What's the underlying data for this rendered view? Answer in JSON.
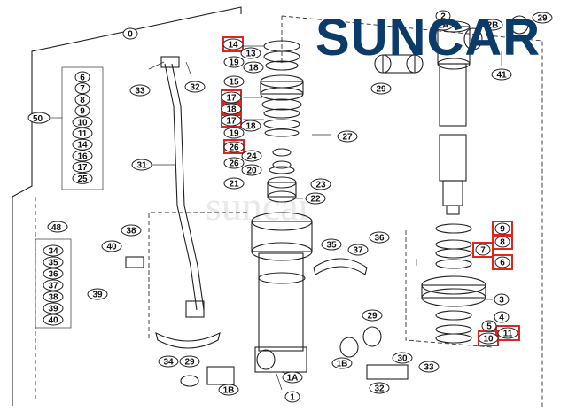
{
  "brand": {
    "logo_text": "SUNCAR",
    "watermark": "suncar"
  },
  "colors": {
    "highlight": "#e1251b",
    "logo": "#0a3b69",
    "line": "#222222"
  },
  "callouts": {
    "c0": "0",
    "c1": "1",
    "c1a": "1A",
    "c1b_left": "1B",
    "c1b_right": "1B",
    "c2": "2",
    "c2a": "2A",
    "c2b": "2B",
    "c3": "3",
    "c4": "4",
    "c5": "5",
    "c6": "6",
    "c7": "7",
    "c8": "8",
    "c9": "9",
    "c10": "10",
    "c11": "11",
    "c13": "13",
    "c14": "14",
    "c15": "15",
    "c17a": "17",
    "c17b": "17",
    "c18a": "18",
    "c18b": "18",
    "c18c": "18",
    "c19a": "19",
    "c19b": "19",
    "c20": "20",
    "c21": "21",
    "c22": "22",
    "c23": "23",
    "c24": "24",
    "c25": "25",
    "c26a": "26",
    "c26b": "26",
    "c27": "27",
    "c29_top": "29",
    "c29a": "29",
    "c29b": "29",
    "c29c": "29",
    "c30": "30",
    "c31": "31",
    "c32a": "32",
    "c32b": "32",
    "c33a": "33",
    "c33b": "33",
    "c34": "34",
    "c35": "35",
    "c36": "36",
    "c37": "37",
    "c38": "38",
    "c39": "39",
    "c40": "40",
    "c41": "41",
    "c48": "48",
    "c50": "50"
  },
  "kit50": [
    "6",
    "7",
    "8",
    "9",
    "10",
    "11",
    "14",
    "16",
    "17",
    "25"
  ],
  "kit48": [
    "34",
    "35",
    "36",
    "37",
    "38",
    "39",
    "40"
  ]
}
